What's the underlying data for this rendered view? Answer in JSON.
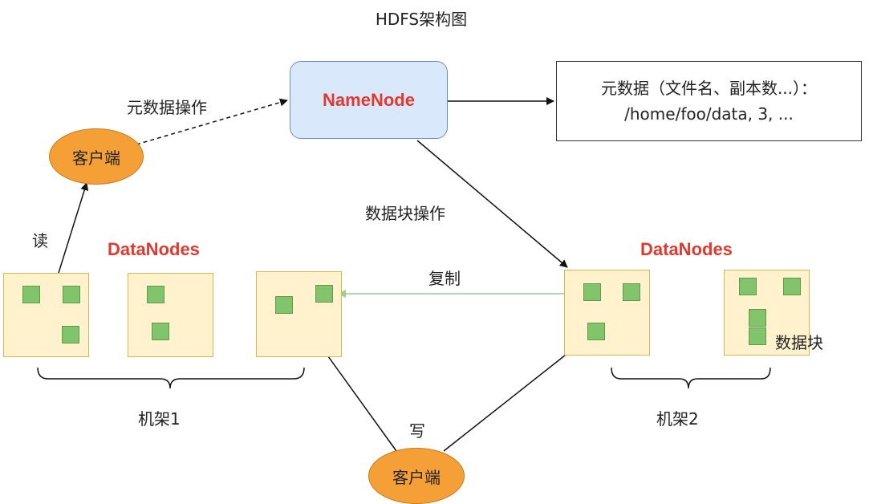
{
  "title": "HDFS架构图",
  "namenode": {
    "label": "NameNode"
  },
  "metadata_box": {
    "line1": "元数据（文件名、副本数...）：",
    "line2": "/home/foo/data, 3, ..."
  },
  "client_top": {
    "label": "客户端"
  },
  "client_bottom": {
    "label": "客户端"
  },
  "labels": {
    "metadata_ops": "元数据操作",
    "block_ops": "数据块操作",
    "read": "读",
    "write": "写",
    "replicate": "复制",
    "datanodes_left": "DataNodes",
    "datanodes_right": "DataNodes",
    "rack1": "机架1",
    "rack2": "机架2",
    "block": "数据块"
  },
  "colors": {
    "namenode_fill": "#dae8fc",
    "accent_red": "#e03a2f",
    "client_orange": "#f5a036",
    "node_fill": "#fff2cc",
    "block_green": "#82c46c",
    "replicate_line": "#9ccf8a"
  }
}
